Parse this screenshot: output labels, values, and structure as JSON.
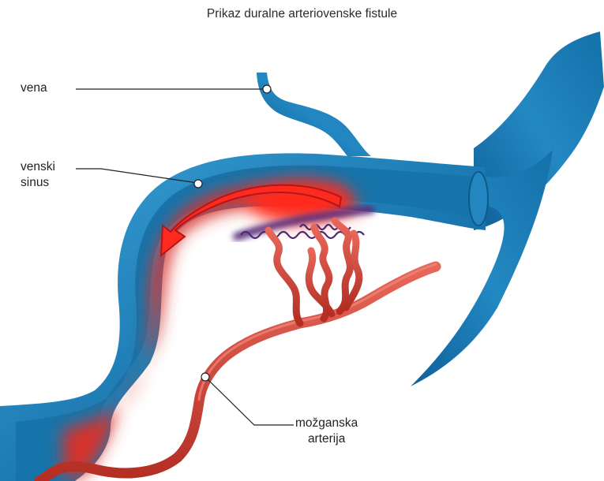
{
  "title": "Prikaz duralne arteriovenske fistule",
  "labels": {
    "vein": "vena",
    "sinus_line1": "venski",
    "sinus_line2": "sinus",
    "artery_line1": "možganska",
    "artery_line2": "arterija"
  },
  "colors": {
    "vein_blue": "#1a78b0",
    "vein_blue_dark": "#0d5a8a",
    "vein_blue_light": "#3a9ad0",
    "blood_red": "#d9332a",
    "artery_red": "#c93a2e",
    "artery_red_light": "#e8675a",
    "shunt_purple": "#5b2d7a"
  },
  "icons": {
    "flow_arrow": "arrow-curved-left-down"
  }
}
